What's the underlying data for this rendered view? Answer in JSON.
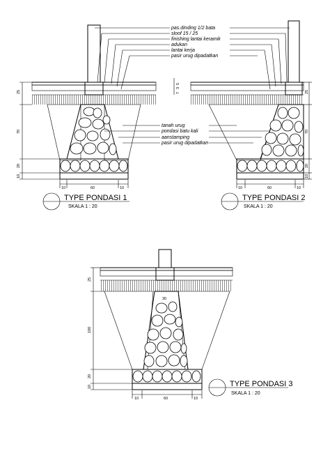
{
  "labels_top": [
    "pas.dinding 1/2 bata",
    "sloof 15 / 25",
    "finishing lantai keramik",
    "adukan",
    "lantai kerja",
    "pasir urug dipadatkan"
  ],
  "labels_mid": [
    "tanah urug",
    "pondasi batu kali",
    "aanstamping",
    "pasir urug dipadatkan"
  ],
  "floor_dims": [
    "5",
    "3",
    "7"
  ],
  "footings": [
    {
      "title": "TYPE PONDASI 1",
      "scale": "SKALA 1 : 20",
      "vdims": [
        "25",
        "70",
        "20",
        "10"
      ],
      "hdims": [
        "10",
        "60",
        "10"
      ]
    },
    {
      "title": "TYPE PONDASI 2",
      "scale": "SKALA 1 : 20",
      "vdims": [
        "25",
        "70",
        "20",
        "10"
      ],
      "hdims": [
        "10",
        "60",
        "10"
      ]
    },
    {
      "title": "TYPE PONDASI 3",
      "scale": "SKALA 1 : 20",
      "vdims": [
        "25",
        "100",
        "20",
        "10"
      ],
      "hdims": [
        "10",
        "60",
        "10"
      ],
      "top_dim": "30"
    }
  ]
}
